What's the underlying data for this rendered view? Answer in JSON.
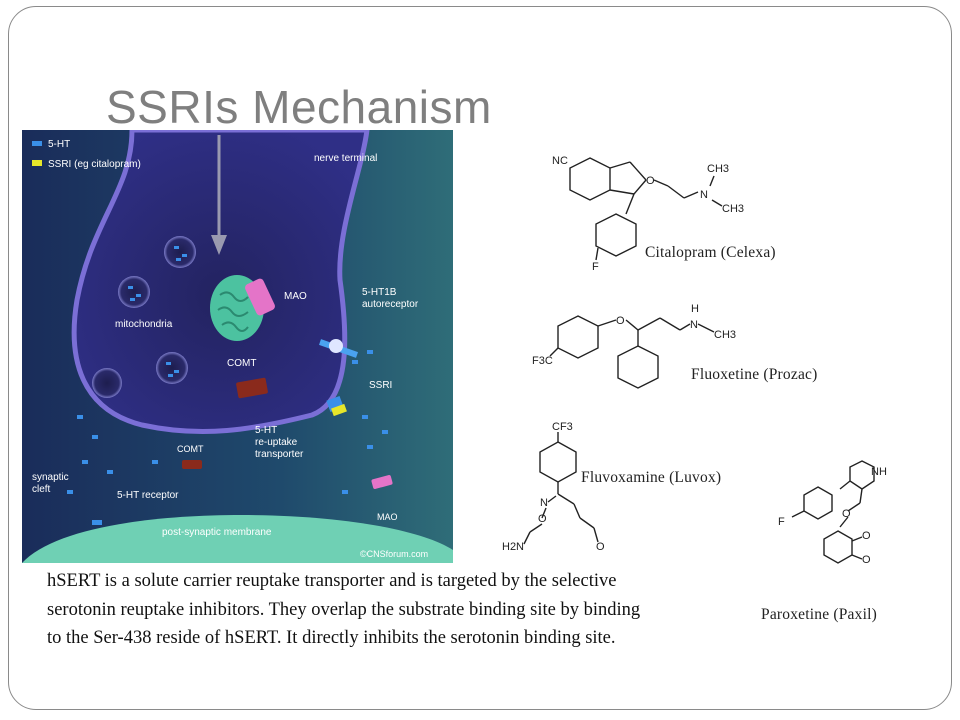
{
  "slide": {
    "title": "SSRIs Mechanism",
    "caption": "hSERT is a solute carrier reuptake transporter and is targeted by the selective serotonin reuptake inhibitors. They overlap the substrate binding site by binding to the Ser-438 reside of hSERT. It directly inhibits the serotonin binding site."
  },
  "figure": {
    "legend": [
      "5-HT",
      "SSRI (eg citalopram)"
    ],
    "labels": {
      "nerve_terminal": "nerve terminal",
      "mao_top": "MAO",
      "autoreceptor_1": "5-HT1B",
      "autoreceptor_2": "autoreceptor",
      "mitochondria": "mitochondria",
      "comt_top": "COMT",
      "ssri": "SSRI",
      "transporter_1": "5-HT",
      "transporter_2": "re-uptake",
      "transporter_3": "transporter",
      "comt_bottom": "COMT",
      "synaptic_1": "synaptic",
      "synaptic_2": "cleft",
      "receptor": "5-HT receptor",
      "mao_bottom": "MAO",
      "membrane": "post-synaptic membrane",
      "credit": "©CNSforum.com"
    },
    "colors": {
      "background": "#1c3f63",
      "terminal": "#2a2a72",
      "serotonin": "#3a8fe8",
      "ssri": "#e6e62a",
      "membrane": "#6fd0b4",
      "mao": "#e474c8",
      "comt": "#8a2a1c",
      "mitochondria": "#4cc2a0"
    }
  },
  "molecules": [
    {
      "name": "Citalopram (Celexa)",
      "atoms": [
        "NC",
        "O",
        "CH3",
        "N",
        "CH3",
        "F"
      ]
    },
    {
      "name": "Fluoxetine (Prozac)",
      "atoms": [
        "O",
        "H",
        "N",
        "CH3",
        "F3C"
      ]
    },
    {
      "name": "Fluvoxamine (Luvox)",
      "atoms": [
        "CF3",
        "N",
        "O",
        "H2N",
        "O"
      ]
    },
    {
      "name": "Paroxetine (Paxil)",
      "atoms": [
        "NH",
        "F",
        "O",
        "O",
        "O"
      ]
    }
  ]
}
